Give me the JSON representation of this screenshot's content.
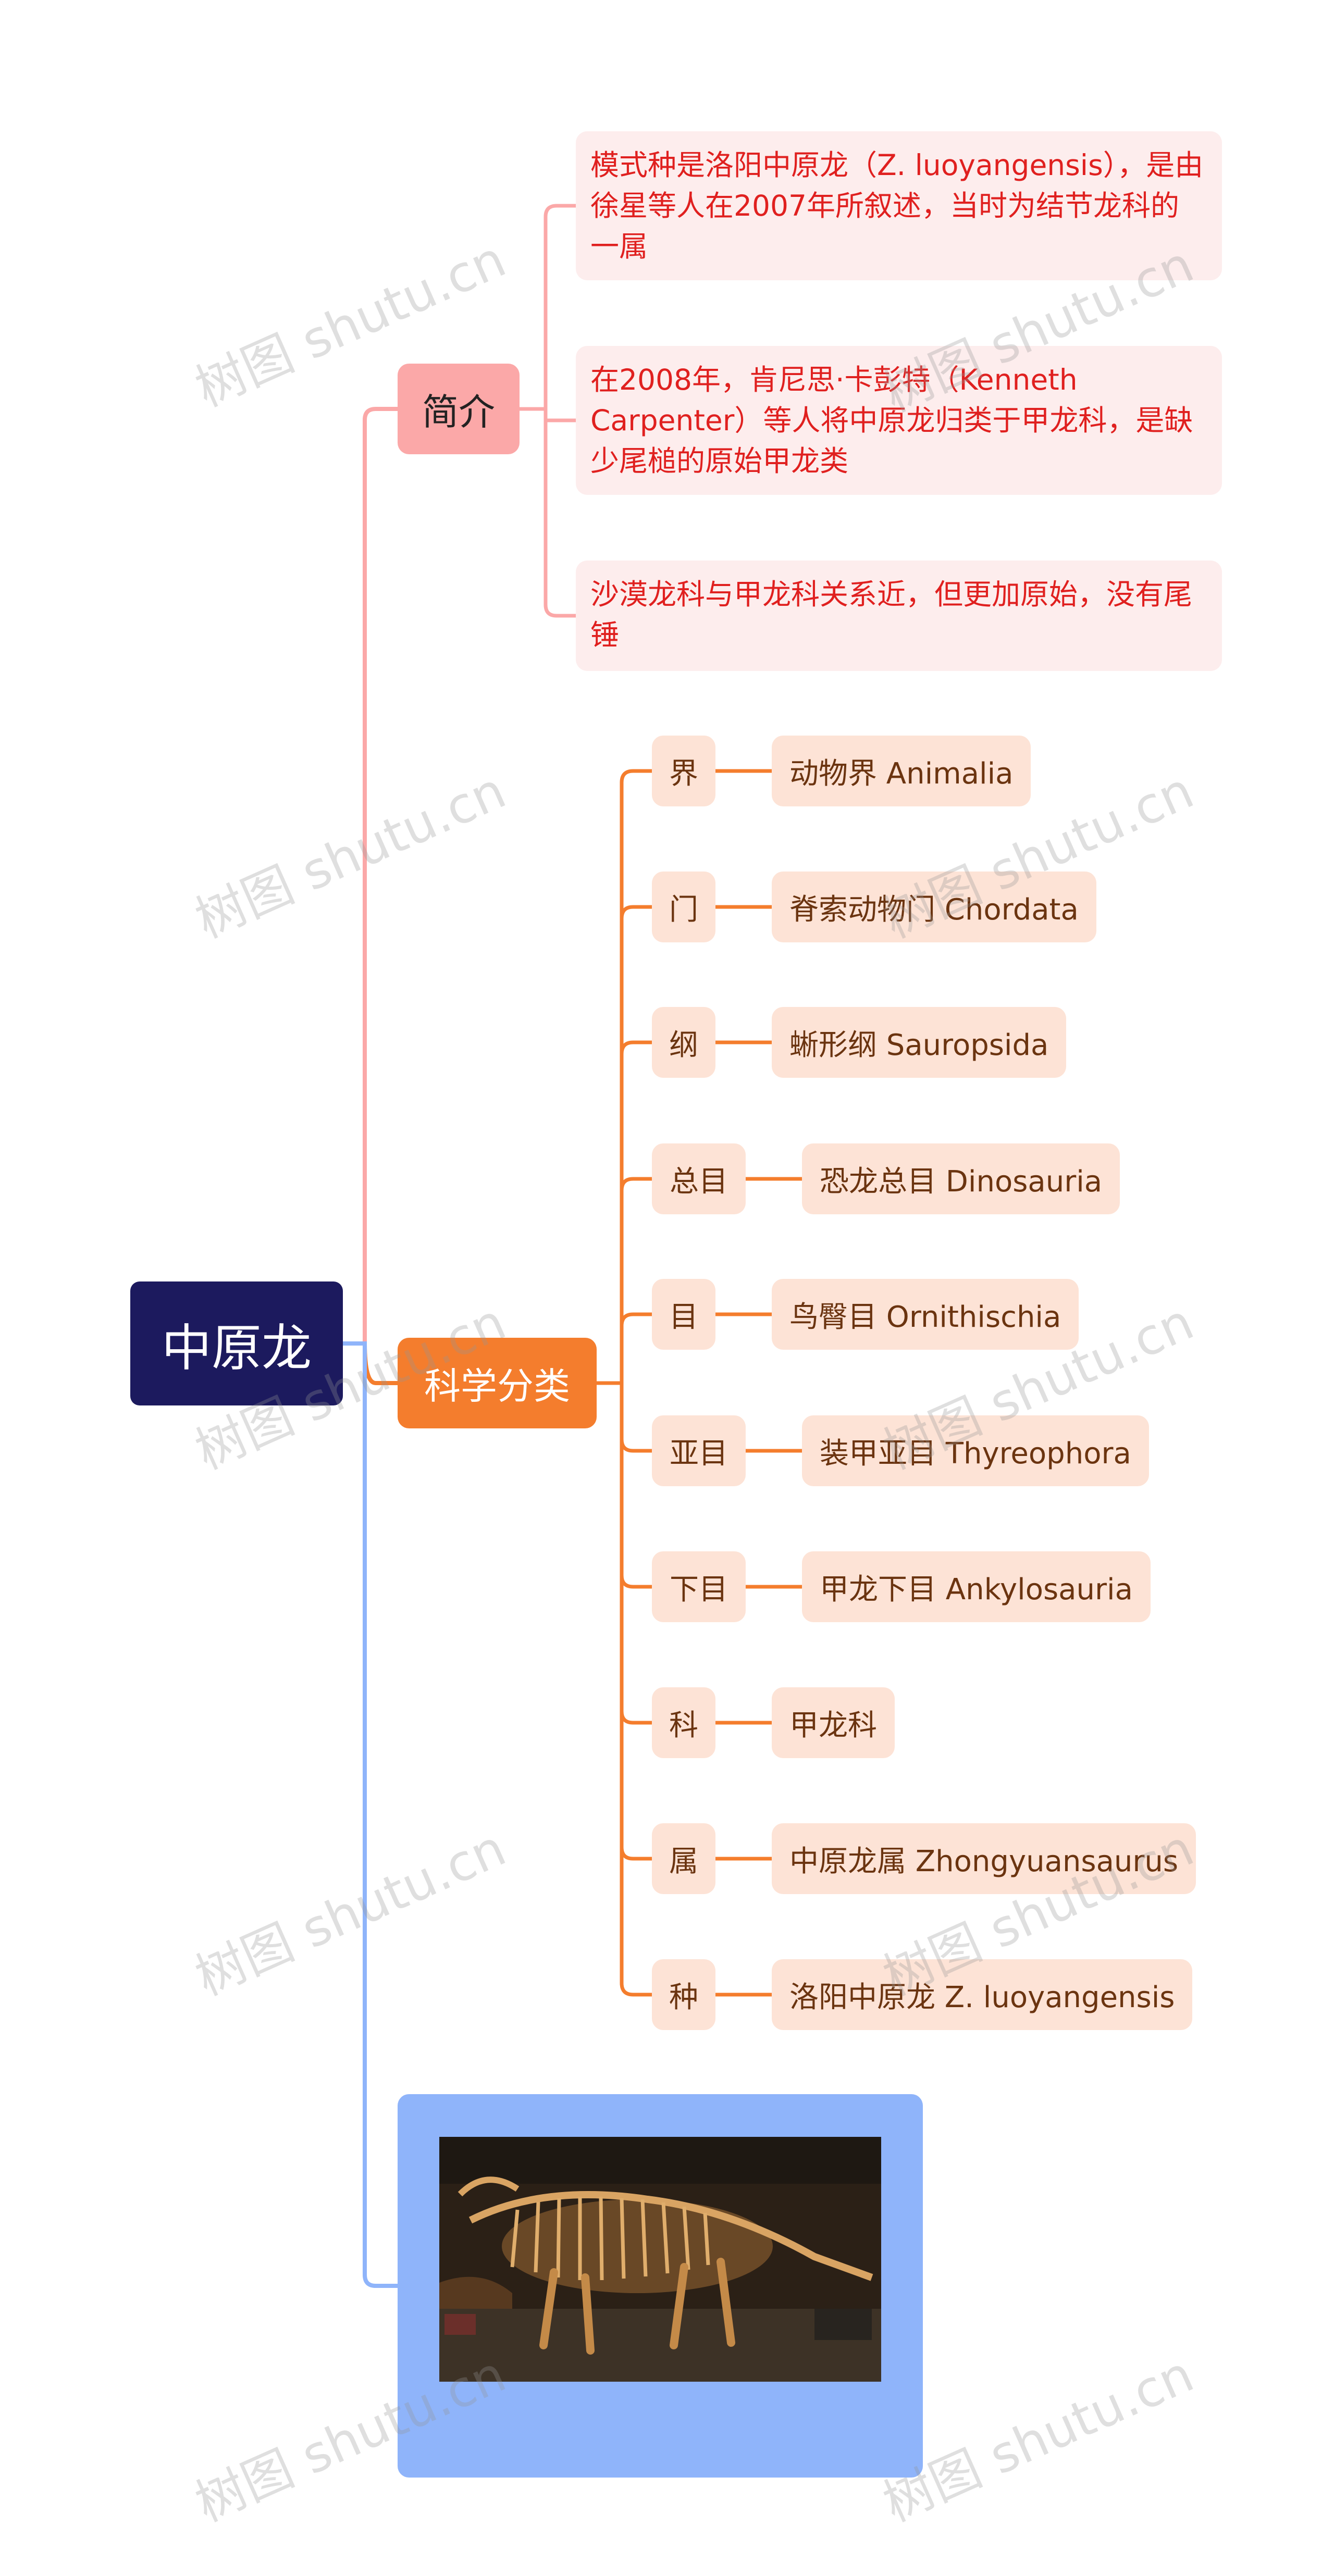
{
  "root": {
    "label": "中原龙"
  },
  "branches": {
    "intro": {
      "label": "简介",
      "cards": [
        "模式种是洛阳中原龙（Z. luoyangensis），是由徐星等人在2007年所叙述，当时为结节龙科的一属",
        "在2008年，肯尼思·卡彭特（Kenneth Carpenter）等人将中原龙归类于甲龙科，是缺少尾槌的原始甲龙类",
        "沙漠龙科与甲龙科关系近，但更加原始，没有尾锤"
      ]
    },
    "classification": {
      "label": "科学分类",
      "ranks": [
        {
          "rank": "界",
          "taxon": "动物界 Animalia"
        },
        {
          "rank": "门",
          "taxon": "脊索动物门 Chordata"
        },
        {
          "rank": "纲",
          "taxon": "蜥形纲 Sauropsida"
        },
        {
          "rank": "总目",
          "taxon": "恐龙总目 Dinosauria"
        },
        {
          "rank": "目",
          "taxon": "鸟臀目 Ornithischia"
        },
        {
          "rank": "亚目",
          "taxon": "装甲亚目 Thyreophora"
        },
        {
          "rank": "下目",
          "taxon": "甲龙下目 Ankylosauria"
        },
        {
          "rank": "科",
          "taxon": "甲龙科"
        },
        {
          "rank": "属",
          "taxon": "中原龙属 Zhongyuansaurus"
        },
        {
          "rank": "种",
          "taxon": "洛阳中原龙 Z. luoyangensis"
        }
      ]
    },
    "image": {
      "description_icon": "dinosaur-skeleton-photo"
    }
  },
  "watermark": "树图 shutu.cn",
  "colors": {
    "root_bg": "#1c1a5e",
    "intro_branch": "#fba8a8",
    "intro_text": "#e0201f",
    "intro_card": "#fdeded",
    "classification_branch": "#f47d2d",
    "classification_card": "#fde3d6",
    "classification_text": "#6b3410",
    "image_branch": "#8fb4fa"
  }
}
